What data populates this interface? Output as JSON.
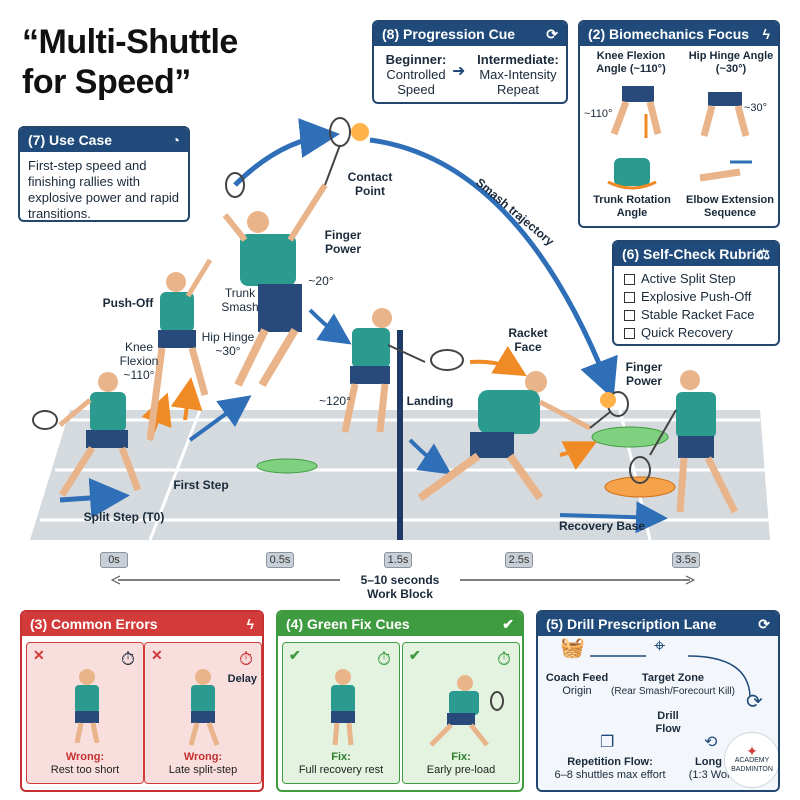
{
  "title_line1": "“Multi-Shuttle",
  "title_line2": "for Speed”",
  "use_case": {
    "heading": "(7) Use Case",
    "text": "First-step speed and finishing rallies with explosive power and rapid transitions."
  },
  "progression": {
    "heading": "(8) Progression Cue",
    "beginner_label": "Beginner:",
    "beginner_value1": "Controlled",
    "beginner_value2": "Speed",
    "intermediate_label": "Intermediate:",
    "intermediate_value1": "Max-Intensity",
    "intermediate_value2": "Repeat"
  },
  "biomech": {
    "heading": "(2) Biomechanics Focus",
    "knee": "Knee Flexion Angle (~110°)",
    "knee_angle": "~110°",
    "hip": "Hip Hinge Angle (~30°)",
    "hip_angle": "~30°",
    "trunk": "Trunk Rotation Angle",
    "elbow": "Elbow Extension Sequence"
  },
  "rubric": {
    "heading": "(6) Self-Check Rubric",
    "items": [
      "Active Split Step",
      "Explosive Push-Off",
      "Stable Racket Face",
      "Quick Recovery"
    ]
  },
  "court_labels": {
    "contact_point": "Contact Point",
    "finger_power_1": "Finger Power",
    "smash_trajectory": "Smash trajectory",
    "push_off": "Push-Off",
    "trunk_smash": "Trunk Smash",
    "angle_20": "~20°",
    "knee_flexion": "Knee Flexion ~110°",
    "hip_hinge": "Hip Hinge ~30°",
    "angle_120": "~120°",
    "landing": "Landing",
    "racket_face": "Racket Face",
    "finger_power_2": "Finger Power",
    "first_step": "First Step",
    "split_step": "Split Step (T0)",
    "recovery_base": "Recovery Base"
  },
  "timeline": {
    "ticks": [
      "0s",
      "0.5s",
      "1.5s",
      "2.5s",
      "3.5s"
    ],
    "label1": "5–10 seconds",
    "label2": "Work Block"
  },
  "errors": {
    "heading": "(3) Common Errors",
    "card1_k": "Wrong:",
    "card1_v": "Rest too short",
    "card2_k": "Wrong:",
    "card2_v": "Late split-step",
    "delay": "Delay"
  },
  "fixes": {
    "heading": "(4) Green Fix Cues",
    "card1_k": "Fix:",
    "card1_v": "Full recovery rest",
    "card2_k": "Fix:",
    "card2_v": "Early pre-load"
  },
  "drill": {
    "heading": "(5) Drill Prescription Lane",
    "coach_feed": "Coach Feed",
    "origin": "Origin",
    "target_zone": "Target Zone",
    "target_sub": "(Rear Smash/Forecourt Kill)",
    "drill_flow1": "Drill",
    "drill_flow2": "Flow",
    "repetition": "Repetition Flow:",
    "repetition_sub": "6–8 shuttles max effort",
    "long_r": "Long R",
    "work_ratio": "(1:3 Work:",
    "logo_text1": "ACADEMY",
    "logo_text2": "BADMINTON"
  },
  "colors": {
    "navy": "#1f4a7a",
    "red": "#d33a3a",
    "green": "#3f9b3f",
    "court": "#cfd4d9",
    "player": "#2c9b8f",
    "arrow_orange": "#f08a24",
    "arrow_blue": "#2f6fb8"
  }
}
